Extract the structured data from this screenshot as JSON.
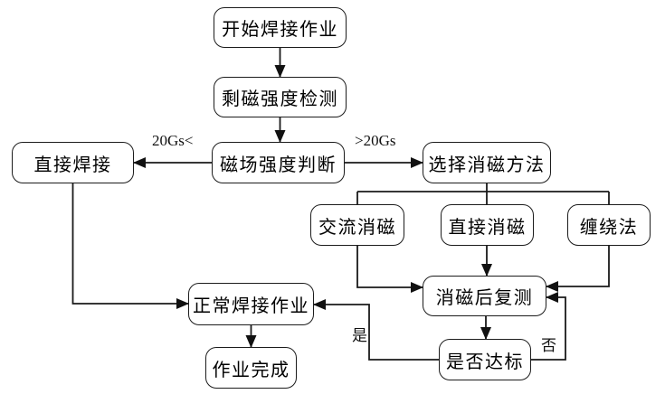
{
  "diagram": {
    "nodes": {
      "start": "开始焊接作业",
      "residual_check": "剩磁强度检测",
      "field_judgment": "磁场强度判断",
      "direct_welding": "直接焊接",
      "select_method": "选择消磁方法",
      "ac_demag": "交流消磁",
      "direct_demag": "直接消磁",
      "winding_method": "缠绕法",
      "retest": "消磁后复测",
      "meets_standard": "是否达标",
      "normal_welding": "正常焊接作业",
      "complete": "作业完成"
    },
    "edge_labels": {
      "below_threshold": "20Gs<",
      "above_threshold": ">20Gs",
      "yes": "是",
      "no": "否"
    },
    "colors": {
      "line": "#1a1a1a",
      "node_border": "#1c1c1c",
      "node_background": "#ffffff",
      "text": "#000000"
    }
  }
}
